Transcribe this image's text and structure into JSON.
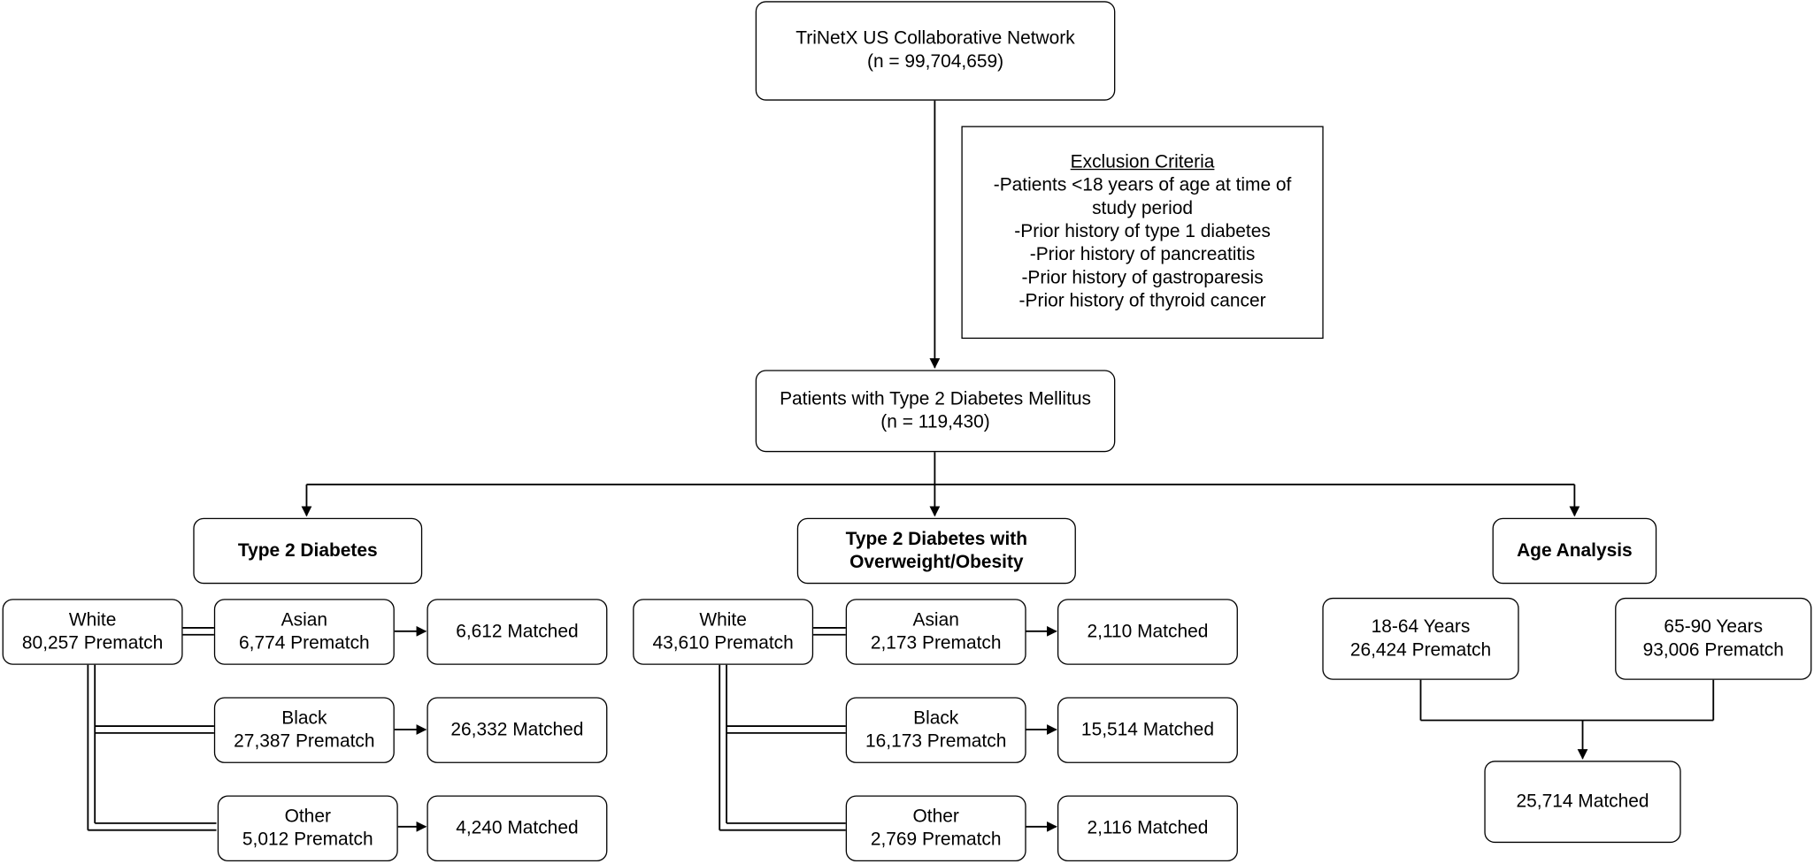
{
  "top": {
    "line1": "TriNetX US Collaborative Network",
    "line2": "(n = 99,704,659)"
  },
  "exclusion": {
    "title": "Exclusion Criteria",
    "items": [
      "-Patients <18 years of age at time of",
      "study period",
      "-Prior history of type 1 diabetes",
      "-Prior history of pancreatitis",
      "-Prior history of gastroparesis",
      "-Prior history of thyroid cancer"
    ]
  },
  "cohort": {
    "line1": "Patients with Type 2 Diabetes Mellitus",
    "line2": "(n = 119,430)"
  },
  "groups": {
    "t2d": "Type 2 Diabetes",
    "t2do_line1": "Type 2 Diabetes with",
    "t2do_line2": "Overweight/Obesity",
    "age": "Age Analysis"
  },
  "t2d": {
    "white": {
      "name": "White",
      "count": "80,257 Prematch"
    },
    "asian": {
      "name": "Asian",
      "count": "6,774 Prematch",
      "matched": "6,612 Matched"
    },
    "black": {
      "name": "Black",
      "count": "27,387 Prematch",
      "matched": "26,332 Matched"
    },
    "other": {
      "name": "Other",
      "count": "5,012 Prematch",
      "matched": "4,240 Matched"
    }
  },
  "t2do": {
    "white": {
      "name": "White",
      "count": "43,610 Prematch"
    },
    "asian": {
      "name": "Asian",
      "count": "2,173 Prematch",
      "matched": "2,110 Matched"
    },
    "black": {
      "name": "Black",
      "count": "16,173 Prematch",
      "matched": "15,514 Matched"
    },
    "other": {
      "name": "Other",
      "count": "2,769 Prematch",
      "matched": "2,116 Matched"
    }
  },
  "age": {
    "young": {
      "name": "18-64 Years",
      "count": "26,424 Prematch"
    },
    "old": {
      "name": "65-90 Years",
      "count": "93,006 Prematch"
    },
    "matched": "25,714 Matched"
  }
}
